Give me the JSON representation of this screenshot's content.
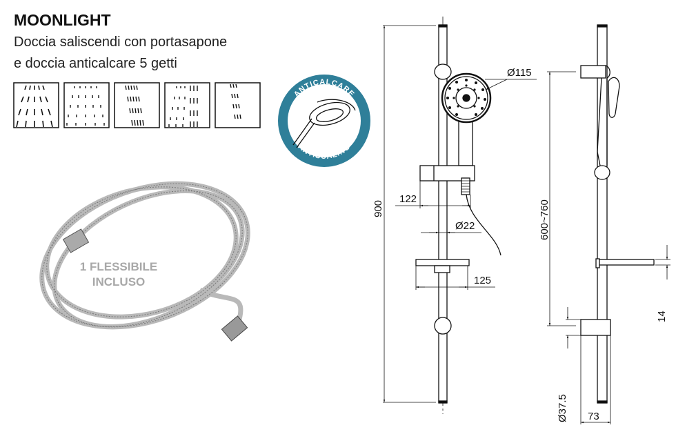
{
  "product": {
    "name": "MOONLIGHT",
    "description_line1": "Doccia saliscendi con portasapone",
    "description_line2": "e doccia anticalcare 5 getti"
  },
  "spray_modes": [
    "spray-1",
    "spray-2",
    "spray-3",
    "spray-4",
    "spray-5"
  ],
  "badge": {
    "top_text": "ANTICALCARE",
    "bottom_text": "ANTISCALING",
    "color": "#2f7f99"
  },
  "hose": {
    "label_line1": "1 FLESSIBILE",
    "label_line2": "INCLUSO"
  },
  "dimensions": {
    "total_height": "900",
    "head_diameter": "Ø115",
    "bracket_offset": "122",
    "bar_diameter": "Ø22",
    "soap_width": "125",
    "adjust_range": "600~760",
    "soap_thickness": "14",
    "bracket_diameter": "Ø37.5",
    "wall_depth": "73"
  }
}
